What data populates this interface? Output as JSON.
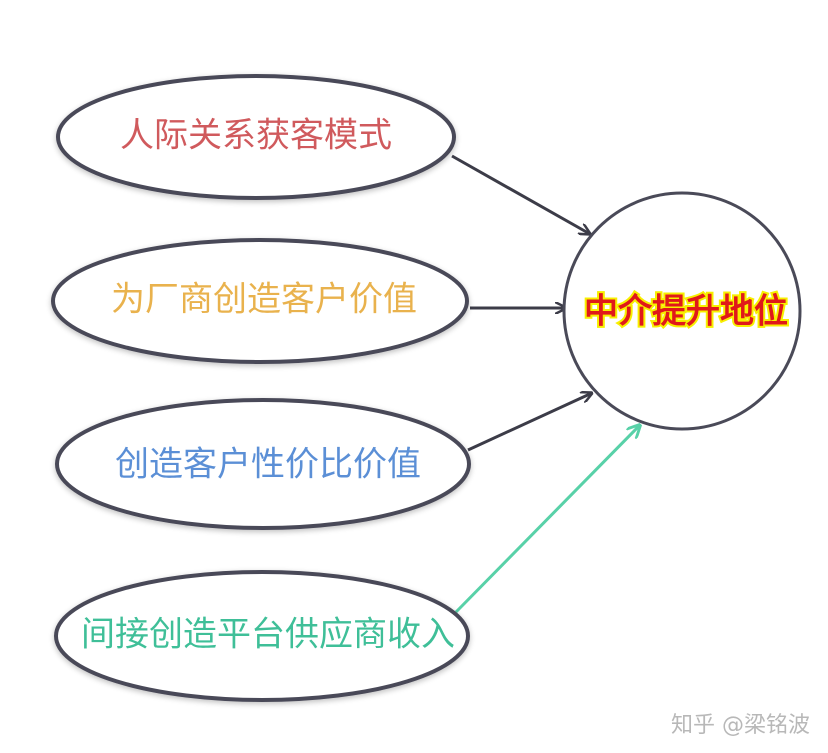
{
  "diagram": {
    "sources": [
      {
        "label": "人际关系获客模式",
        "color": "#d05a5d"
      },
      {
        "label": "为厂商创造客户价值",
        "color": "#e9b24d"
      },
      {
        "label": "创造客户性价比价值",
        "color": "#5b8fd6"
      },
      {
        "label": "间接创造平台供应商收入",
        "color": "#3fbf98"
      }
    ],
    "target": {
      "label": "中介提升地位",
      "fill_color": "#e0191a",
      "outline_color": "#f7f000"
    },
    "arrow_colors": {
      "default": "#3c3c48",
      "highlight": "#58d1a8"
    }
  },
  "watermark": "知乎 @梁铭波"
}
